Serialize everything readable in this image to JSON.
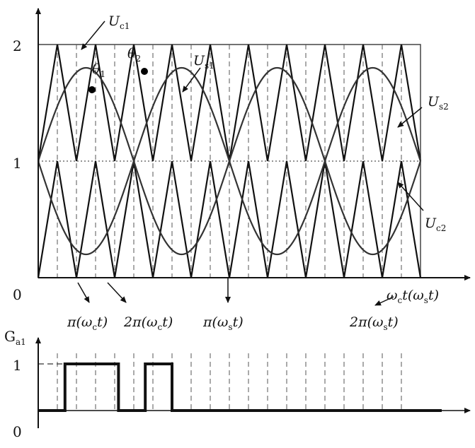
{
  "diagram": {
    "upper_axis": {
      "tick_labels": {
        "two": "2",
        "one": "1",
        "zero": "0"
      }
    },
    "lower_axis": {
      "y_label": "G",
      "y_label_sub": "a1",
      "tick_labels": {
        "one": "1",
        "zero": "0"
      }
    },
    "labels": {
      "uc1": {
        "main": "U",
        "sub": "c1"
      },
      "uc2": {
        "main": "U",
        "sub": "c2"
      },
      "us1": {
        "main": "U",
        "sub": "s1"
      },
      "us2": {
        "main": "U",
        "sub": "s2"
      },
      "theta1": {
        "main": "θ",
        "sub": "1"
      },
      "theta2": {
        "main": "θ",
        "sub": "2"
      },
      "x_axis": {
        "a": "ω",
        "a_sub": "c",
        "b": "t(",
        "c": "ω",
        "c_sub": "s",
        "d": "t)"
      },
      "pi_wc": {
        "a": "π(",
        "b": "ω",
        "b_sub": "c",
        "c": "t)"
      },
      "two_pi_wc": {
        "a": "2π(",
        "b": "ω",
        "b_sub": "c",
        "c": "t)"
      },
      "pi_ws": {
        "a": "π(",
        "b": "ω",
        "b_sub": "s",
        "c": "t)"
      },
      "two_pi_ws": {
        "a": "2π(",
        "b": "ω",
        "b_sub": "s",
        "c": "t)"
      }
    },
    "signals": {
      "carrier_periods_per_half_signal": 5,
      "signal_periods_shown": 2,
      "upper_carrier_range": [
        1,
        2
      ],
      "lower_carrier_range": [
        0,
        1
      ],
      "us1_amplitude": 0.8,
      "us2_amplitude": 0.8
    },
    "gate_pulses": [
      {
        "from_slot": 1,
        "to_slot": 3
      },
      {
        "from_slot": 4,
        "to_slot": 5
      }
    ]
  }
}
